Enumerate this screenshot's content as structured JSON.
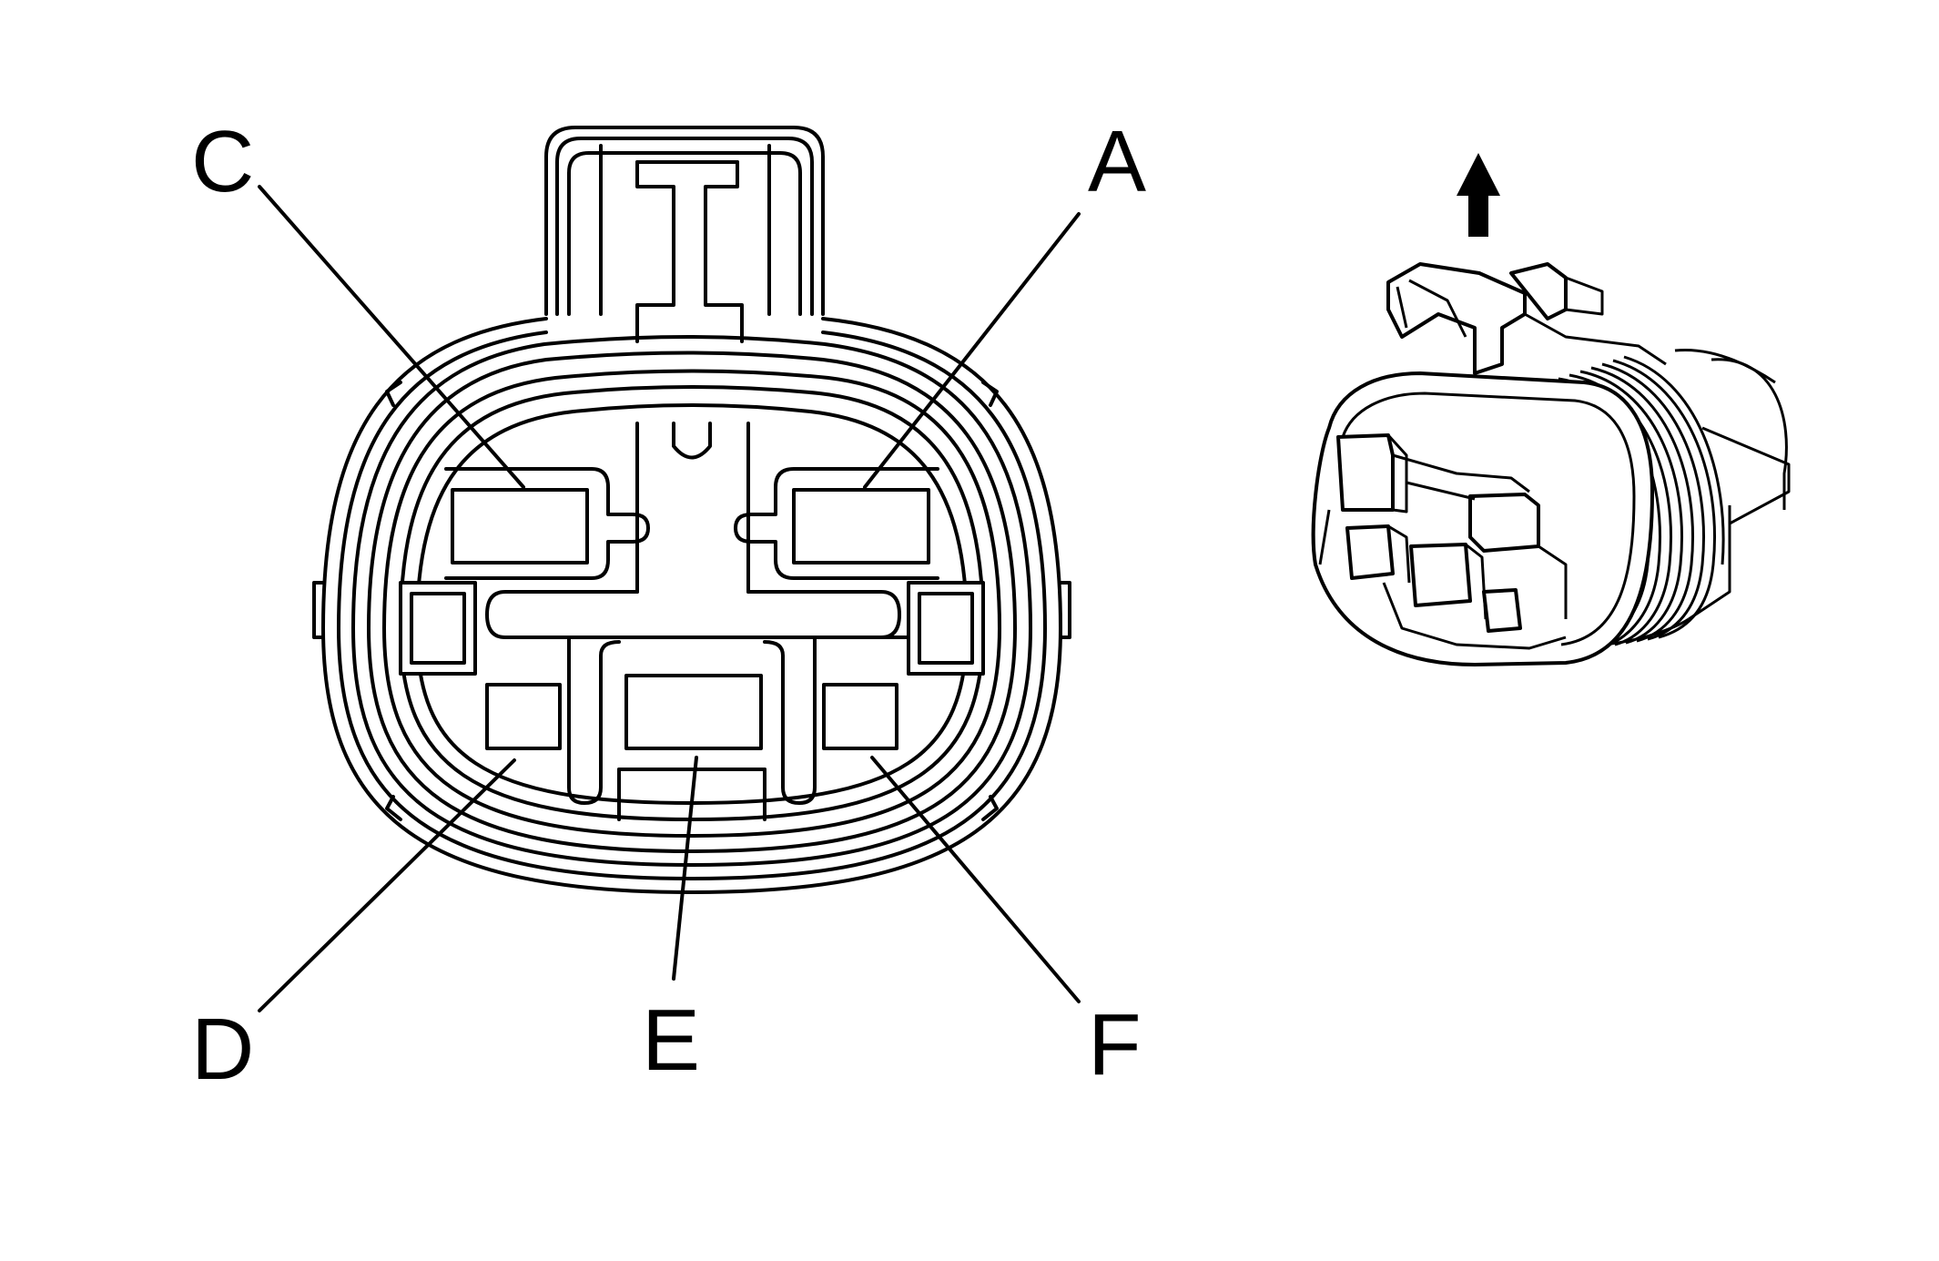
{
  "labels": {
    "a": "A",
    "c": "C",
    "d": "D",
    "e": "E",
    "f": "F"
  },
  "icons": {
    "orientation_arrow": "up-arrow-icon"
  },
  "colors": {
    "line": "#000000",
    "background": "#ffffff"
  }
}
